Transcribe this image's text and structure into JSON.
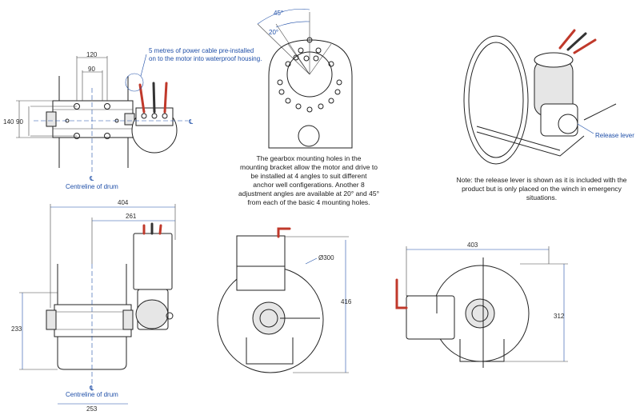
{
  "top_left": {
    "dim_120": "120",
    "dim_90": "90",
    "dim_140": "140",
    "dim_90_left": "90",
    "cable_note_line1": "5 metres of power cable pre-installed",
    "cable_note_line2": "on to the motor into waterproof housing.",
    "centreline_label": "Centreline of drum",
    "cl_symbol": "℄"
  },
  "gearbox": {
    "angle_45": "45°",
    "angle_20": "20°",
    "note_lines": [
      "The gearbox mounting holes in the",
      "mounting bracket allow the motor and drive to",
      "be installed at 4 angles to suit different",
      "anchor well configerations. Another 8",
      "adjustment angles are available at 20° and 45°",
      "from each of the basic 4 mounting holes."
    ]
  },
  "iso": {
    "release_lever_label": "Release lever",
    "note_lines": [
      "Note: the release lever is shown as it is included with the",
      "product but is only placed on the winch in emergency",
      "situations."
    ]
  },
  "bottom_left": {
    "dim_404": "404",
    "dim_261": "261",
    "dim_233": "233",
    "dim_253": "253",
    "centreline_label": "Centreline of drum",
    "cl_symbol": "℄"
  },
  "bottom_mid": {
    "dim_diameter": "Ø300",
    "dim_416": "416"
  },
  "bottom_right": {
    "dim_403": "403",
    "dim_312": "312"
  },
  "colors": {
    "dimension_blue": "#1f4fa8",
    "cable_red": "#c0392b",
    "line_dark": "#222222"
  }
}
